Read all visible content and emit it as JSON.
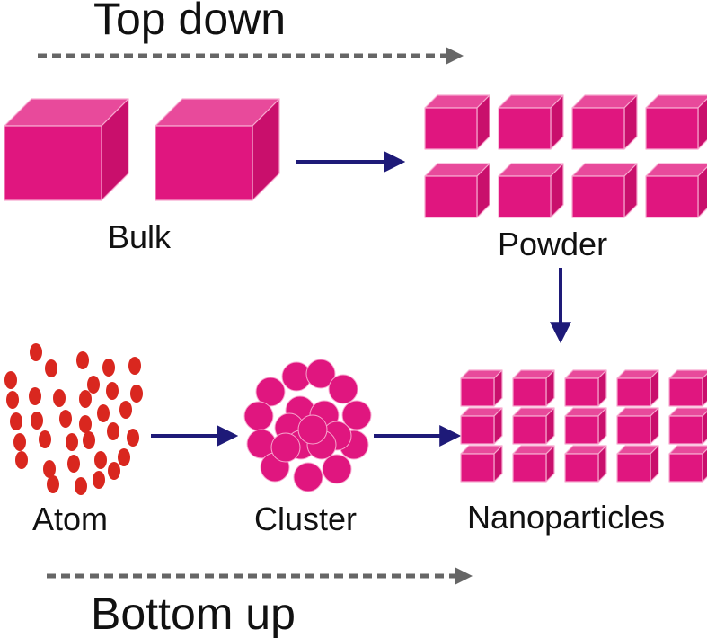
{
  "labels": {
    "top_down": "Top down",
    "bottom_up": "Bottom up",
    "bulk": "Bulk",
    "powder": "Powder",
    "atom": "Atom",
    "cluster": "Cluster",
    "nanoparticles": "Nanoparticles"
  },
  "colors": {
    "cube_front": "#e0167f",
    "cube_top": "#e84a9b",
    "cube_side": "#c90f6c",
    "cube_edge": "#f7a8cf",
    "atom": "#d9271f",
    "cluster": "#e0167f",
    "process_arrow": "#1e1a78",
    "direction_arrow": "#666666",
    "text": "#111111"
  },
  "counts": {
    "bulk_cubes": 2,
    "powder_cubes": 8,
    "nanoparticle_cubes": 15,
    "atoms": 34,
    "cluster_spheres": 19
  },
  "icons": {
    "cube": "cube-icon",
    "atom": "atom-dot-icon",
    "sphere": "sphere-icon"
  }
}
